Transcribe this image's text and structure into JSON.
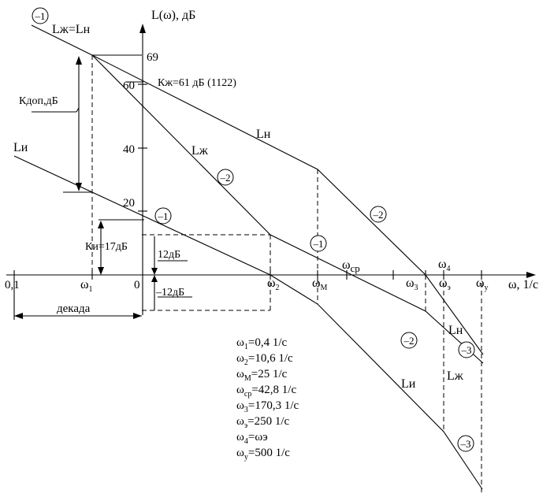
{
  "y_axis_label": "L(ω), дБ",
  "x_axis_label": "ω, 1/с",
  "y_ticks": [
    "69",
    "60",
    "40",
    "20"
  ],
  "x_ticks": {
    "p01": "0,1",
    "w1": "ω",
    "w1_sub": "1",
    "zero": "0",
    "w2": "ω",
    "w2_sub": "2",
    "wm": "ω",
    "wm_sub": "М",
    "wcp": "ω",
    "wcp_sub": "ср",
    "w3": "ω",
    "w3_sub": "3",
    "w4": "ω",
    "w4_sub": "4",
    "we": "ω",
    "we_sub": "э",
    "wy": "ω",
    "wy_sub": "у"
  },
  "curve_labels": {
    "Lzh_eq_Ln": "Lж=Lн",
    "Kzh": "Кж=61 дБ (1122)",
    "Ln": "Lн",
    "Lzh": "Lж",
    "Li": "Lи",
    "Ln_right": "Lн",
    "Lzh_right": "Lж",
    "Li_bottom": "Lи"
  },
  "annotations": {
    "Kdop": "Кдоп,дБ",
    "Ki": "Ки=17дБ",
    "plus12": "12дБ",
    "minus12": "–12дБ",
    "dekada": "декада"
  },
  "slopes": {
    "s1": "–1",
    "s2": "–2",
    "s3": "–1",
    "s4": "–2",
    "s5": "–1",
    "s6": "–2",
    "s7": "–3",
    "s8": "–3"
  },
  "values": [
    {
      "sym": "ω",
      "sub": "1",
      "rest": "=0,4  1/с"
    },
    {
      "sym": "ω",
      "sub": "2",
      "rest": "=10,6  1/с"
    },
    {
      "sym": "ω",
      "sub": "М",
      "rest": "=25  1/с"
    },
    {
      "sym": "ω",
      "sub": "ср",
      "rest": "=42,8 1/с"
    },
    {
      "sym": "ω",
      "sub": "3",
      "rest": "=170,3  1/с"
    },
    {
      "sym": "ω",
      "sub": "э",
      "rest": "=250  1/с"
    },
    {
      "sym": "ω",
      "sub": "4",
      "rest": "=ωэ"
    },
    {
      "sym": "ω",
      "sub": "у",
      "rest": "=500 1/с"
    }
  ]
}
